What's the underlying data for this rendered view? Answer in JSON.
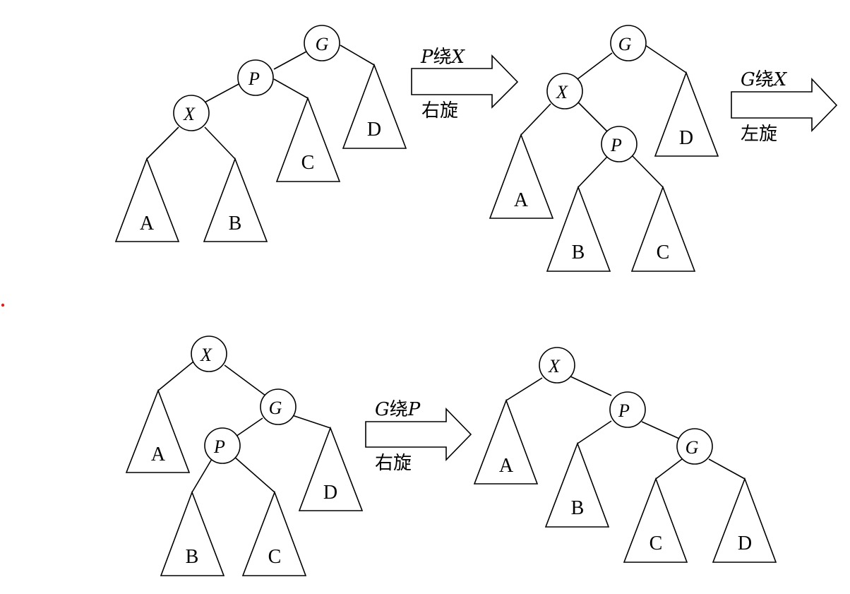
{
  "colors": {
    "stroke": "#000000",
    "background": "#ffffff",
    "marker": "#e02020"
  },
  "labels": {
    "G": "G",
    "P": "P",
    "X": "X",
    "A": "A",
    "B": "B",
    "C": "C",
    "D": "D"
  },
  "ops": {
    "op1_from": "P",
    "op1_around": "绕",
    "op1_to": "X",
    "op1_dir": "右旋",
    "op2_from": "G",
    "op2_around": "绕",
    "op2_to": "X",
    "op2_dir": "左旋",
    "op3_from": "G",
    "op3_around": "绕",
    "op3_to": "P",
    "op3_dir": "右旋"
  }
}
